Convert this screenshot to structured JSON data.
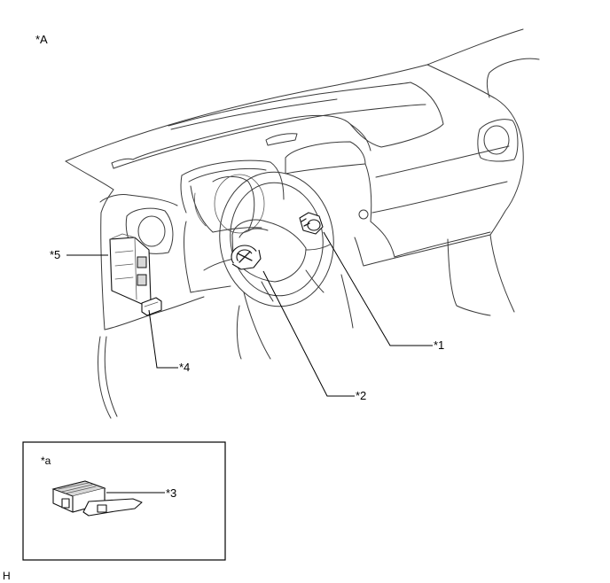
{
  "view_label": "*A",
  "inset_label": "*a",
  "corner_mark": "H",
  "callouts": {
    "c1": "*1",
    "c2": "*2",
    "c3": "*3",
    "c4": "*4",
    "c5": "*5"
  }
}
